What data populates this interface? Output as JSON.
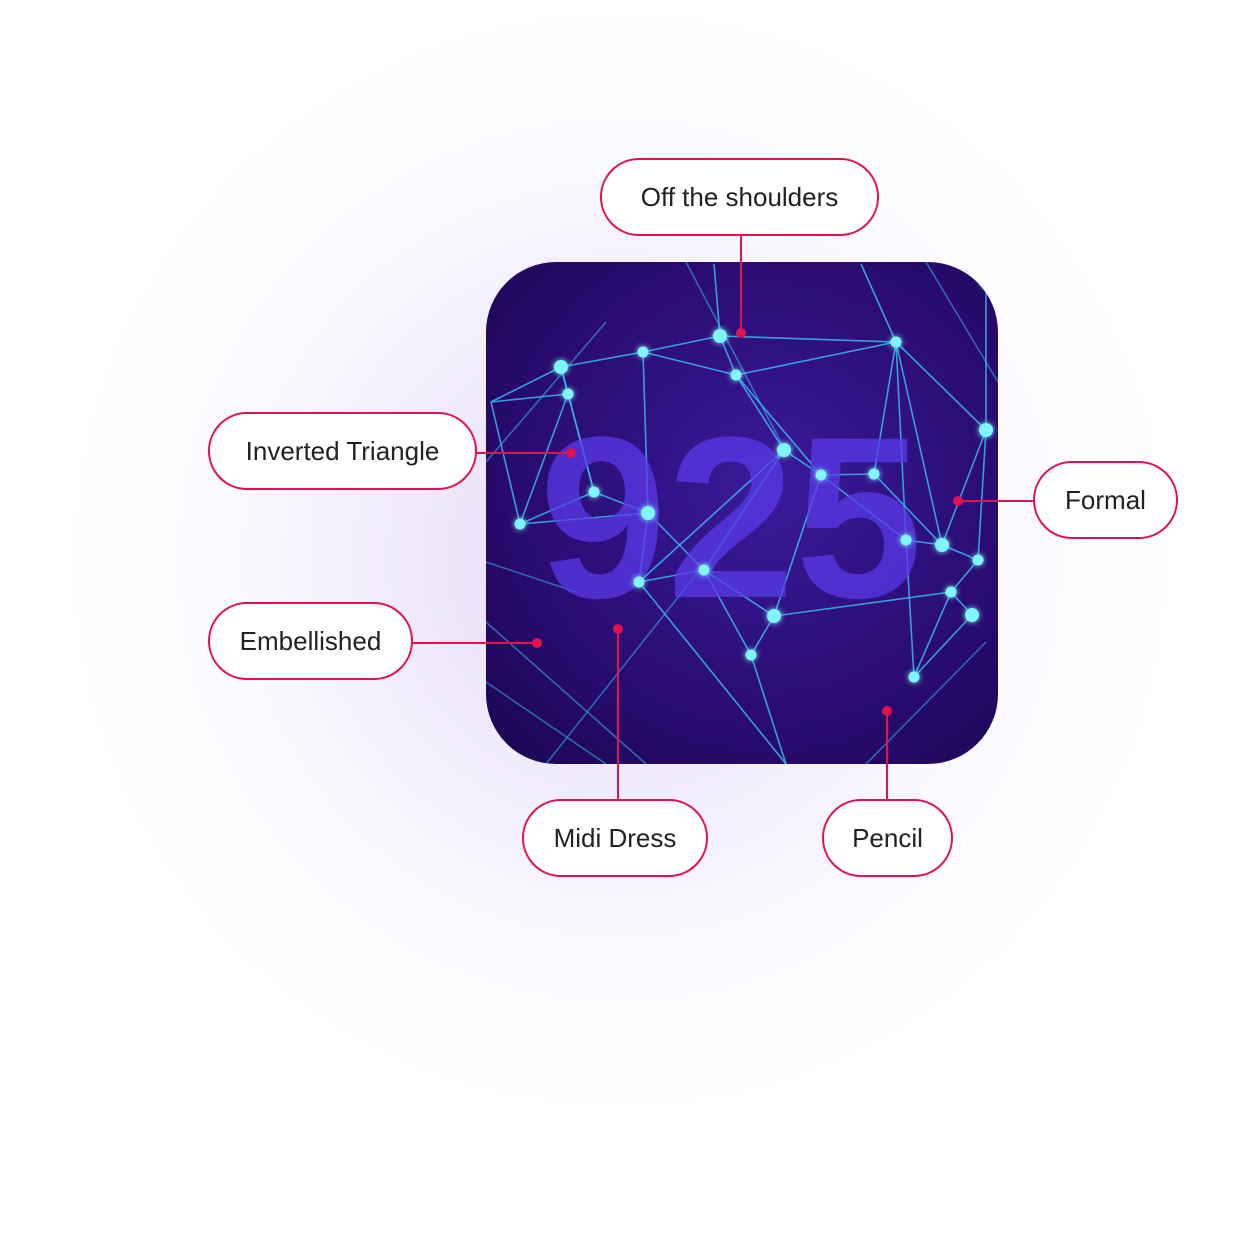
{
  "center_number": "925",
  "labels": {
    "off_shoulders": "Off the shoulders",
    "inverted_triangle": "Inverted Triangle",
    "formal": "Formal",
    "embellished": "Embellished",
    "midi_dress": "Midi Dress",
    "pencil": "Pencil"
  },
  "colors": {
    "accent": "#e0124f",
    "card_bg": "#2a0c72",
    "node": "#7ff6ff",
    "line": "#3ab8f0",
    "number": "#5a3ae8"
  }
}
